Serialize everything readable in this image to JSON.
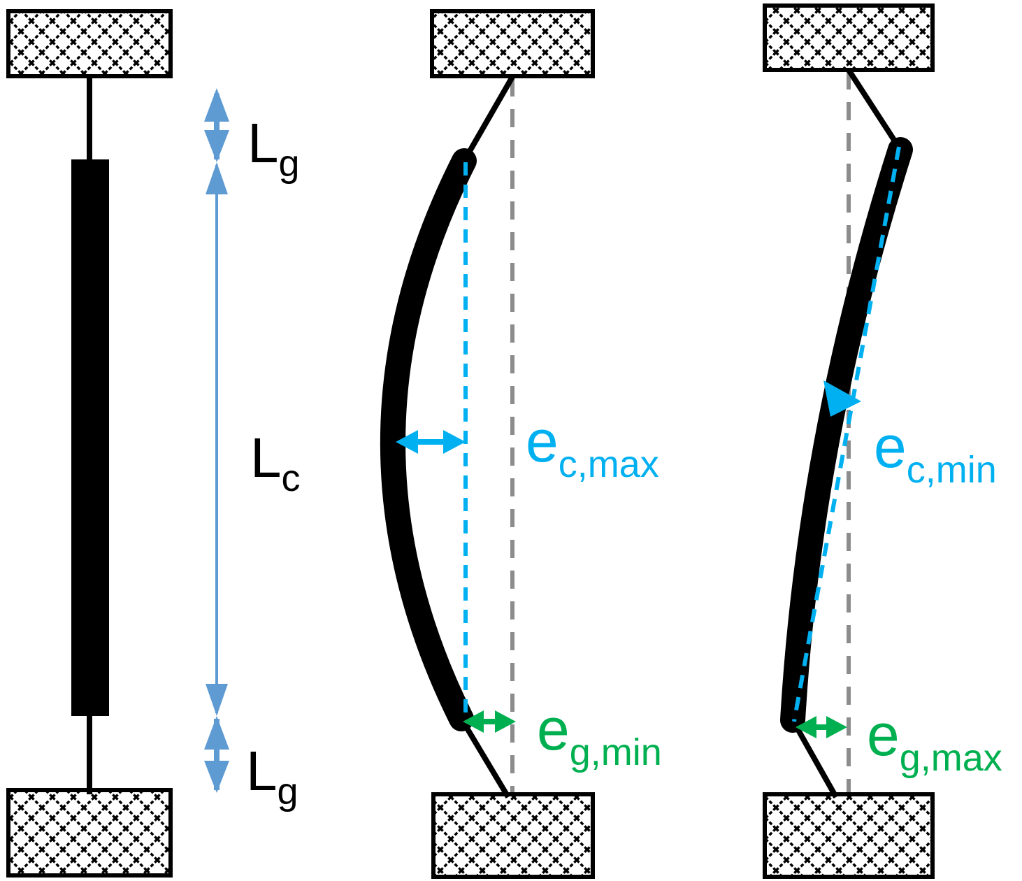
{
  "figure": {
    "colors": {
      "black": "#000000",
      "blue_arrow": "#5E9BD3",
      "cyan": "#00B0F0",
      "green": "#00B050",
      "gray_dash": "#8C8C8C"
    },
    "panels": {
      "left": {
        "labels": {
          "Lg_top": {
            "main": "L",
            "sub": "g"
          },
          "Lc": {
            "main": "L",
            "sub": "c"
          },
          "Lg_bottom": {
            "main": "L",
            "sub": "g"
          }
        }
      },
      "middle": {
        "labels": {
          "ec_max": {
            "main": "e",
            "sub": "c,max"
          },
          "eg_min": {
            "main": "e",
            "sub": "g,min"
          }
        }
      },
      "right": {
        "labels": {
          "ec_min": {
            "main": "e",
            "sub": "c,min"
          },
          "eg_max": {
            "main": "e",
            "sub": "g,max"
          }
        }
      }
    }
  }
}
